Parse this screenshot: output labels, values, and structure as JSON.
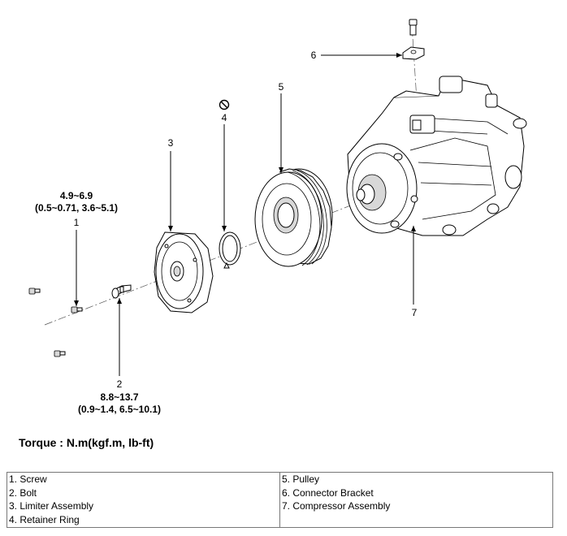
{
  "callouts": {
    "c1": "1",
    "c2": "2",
    "c3": "3",
    "c4": "4",
    "c5": "5",
    "c6": "6",
    "c7": "7"
  },
  "torque_values": {
    "part1_line1": "4.9~6.9",
    "part1_line2": "(0.5~0.71, 3.6~5.1)",
    "part2_line1": "8.8~13.7",
    "part2_line2": "(0.9~1.4, 6.5~10.1)"
  },
  "torque_unit_label": "Torque : N.m(kgf.m, lb-ft)",
  "legend": {
    "left": [
      "1. Screw",
      "2. Bolt",
      "3. Limiter Assembly",
      "4. Retainer Ring"
    ],
    "right": [
      "5. Pulley",
      "6. Connector Bracket",
      "7. Compressor Assembly",
      ""
    ]
  },
  "icons": [
    "arrow-icon",
    "do-not-reuse-icon"
  ]
}
